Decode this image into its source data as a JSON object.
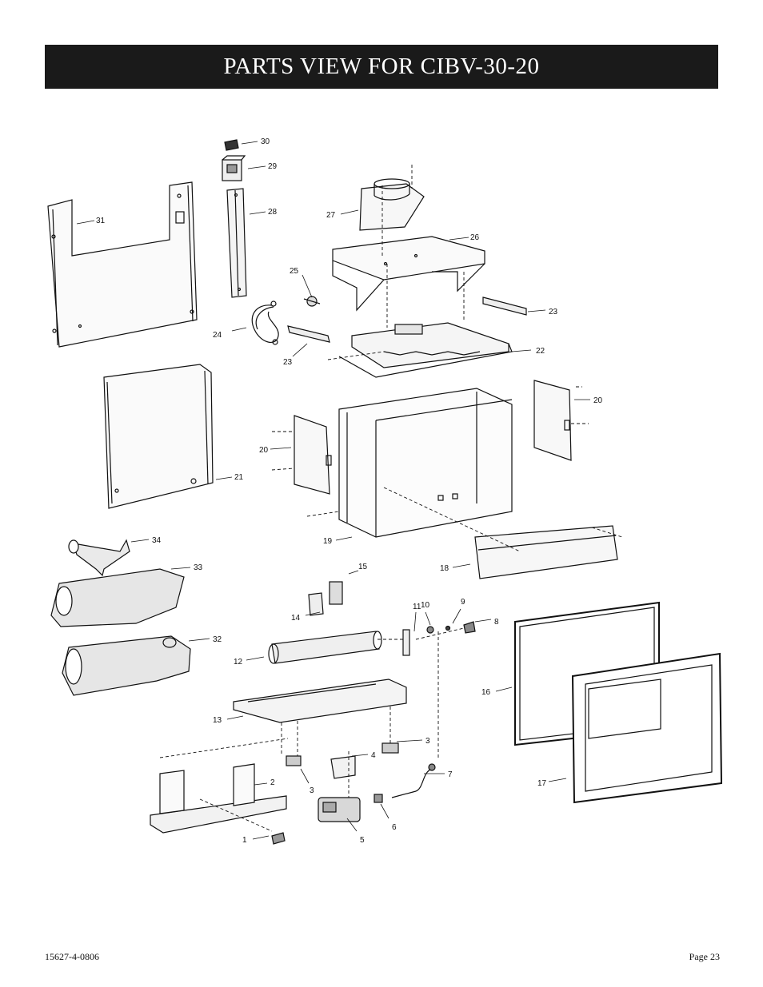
{
  "header": {
    "title": "PARTS VIEW FOR CIBV-30-20"
  },
  "footer": {
    "doc_number": "15627-4-0806",
    "page": "Page 23"
  },
  "callouts": [
    {
      "id": "c1",
      "label": "1"
    },
    {
      "id": "c2",
      "label": "2"
    },
    {
      "id": "c3a",
      "label": "3"
    },
    {
      "id": "c3b",
      "label": "3"
    },
    {
      "id": "c3c",
      "label": "3"
    },
    {
      "id": "c4",
      "label": "4"
    },
    {
      "id": "c5",
      "label": "5"
    },
    {
      "id": "c6",
      "label": "6"
    },
    {
      "id": "c7",
      "label": "7"
    },
    {
      "id": "c8",
      "label": "8"
    },
    {
      "id": "c9",
      "label": "9"
    },
    {
      "id": "c10",
      "label": "10"
    },
    {
      "id": "c11",
      "label": "11"
    },
    {
      "id": "c12",
      "label": "12"
    },
    {
      "id": "c13",
      "label": "13"
    },
    {
      "id": "c14",
      "label": "14"
    },
    {
      "id": "c15",
      "label": "15"
    },
    {
      "id": "c16",
      "label": "16"
    },
    {
      "id": "c17",
      "label": "17"
    },
    {
      "id": "c18",
      "label": "18"
    },
    {
      "id": "c19",
      "label": "19"
    },
    {
      "id": "c20a",
      "label": "20"
    },
    {
      "id": "c20b",
      "label": "20"
    },
    {
      "id": "c21",
      "label": "21"
    },
    {
      "id": "c22",
      "label": "22"
    },
    {
      "id": "c23a",
      "label": "23"
    },
    {
      "id": "c23b",
      "label": "23"
    },
    {
      "id": "c24",
      "label": "24"
    },
    {
      "id": "c25",
      "label": "25"
    },
    {
      "id": "c26",
      "label": "26"
    },
    {
      "id": "c27",
      "label": "27"
    },
    {
      "id": "c28",
      "label": "28"
    },
    {
      "id": "c29",
      "label": "29"
    },
    {
      "id": "c30",
      "label": "30"
    },
    {
      "id": "c31",
      "label": "31"
    },
    {
      "id": "c32",
      "label": "32"
    },
    {
      "id": "c33",
      "label": "33"
    },
    {
      "id": "c34",
      "label": "34"
    }
  ]
}
